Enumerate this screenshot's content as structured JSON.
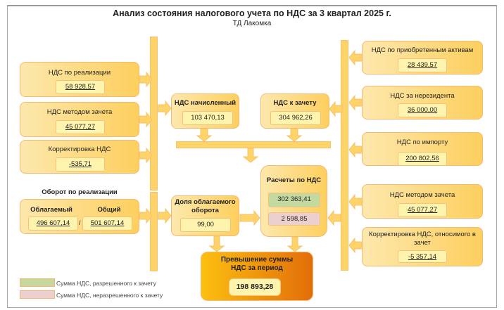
{
  "title": "Анализ состояния налогового учета по НДС  за 3 квартал 2025 г.",
  "company": "ТД Лакомка",
  "left": [
    {
      "label": "НДС по реализации",
      "value": "58 928,57"
    },
    {
      "label": "НДС методом зачета",
      "value": "45 077,27"
    },
    {
      "label": "Корректировка НДС",
      "value": "-535,71"
    }
  ],
  "turnover": {
    "label": "Оборот по реализации",
    "taxable_label": "Облагаемый",
    "total_label": "Общий",
    "taxable": "496 607,14",
    "separator": "/",
    "total": "501 607,14"
  },
  "accrued": {
    "label": "НДС начисленный",
    "value": "103 470,13"
  },
  "deductible": {
    "label": "НДС к зачету",
    "value": "304 962,26"
  },
  "share": {
    "label": "Доля облагаемого оборота",
    "value": "99,00"
  },
  "settlements": {
    "label": "Расчеты по НДС",
    "allowed": "302 363,41",
    "disallowed": "2 598,85"
  },
  "right": [
    {
      "label": "НДС по приобретенным активам",
      "value": "28 439,57"
    },
    {
      "label": "НДС за нерезидента",
      "value": "36 000,00"
    },
    {
      "label": "НДС по импорту",
      "value": "200 802,56"
    },
    {
      "label": "НДС методом зачета",
      "value": "45 077,27"
    },
    {
      "label": "Корректировка НДС, относимого в зачет",
      "value": "-5 357,14"
    }
  ],
  "excess": {
    "label": "Превышение суммы НДС за период",
    "value": "198 893,28"
  },
  "legend": [
    {
      "label": "Сумма НДС, разрешенного к зачету",
      "color": "#c4d9a0"
    },
    {
      "label": "Сумма НДС, неразрешенного к зачету",
      "color": "#ecd0cf"
    }
  ]
}
